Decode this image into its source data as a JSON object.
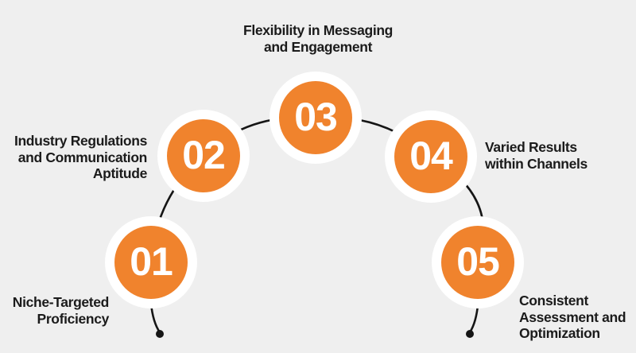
{
  "diagram": {
    "type": "process-arc-infographic",
    "colors": {
      "background": "#EFEFEF",
      "accent": "#F0832D",
      "ring": "#FFFFFF",
      "number": "#FFFFFF",
      "label": "#1B1B1B",
      "connector": "#151515"
    },
    "steps": [
      {
        "number": "01",
        "label": "Niche-Targeted Proficiency",
        "lines": [
          "Niche-Targeted",
          "Proficiency"
        ]
      },
      {
        "number": "02",
        "label": "Industry Regulations and Communication Aptitude",
        "lines": [
          "Industry Regulations",
          "and Communication",
          "Aptitude"
        ]
      },
      {
        "number": "03",
        "label": "Flexibility in Messaging and Engagement",
        "lines": [
          "Flexibility in Messaging",
          "and Engagement"
        ]
      },
      {
        "number": "04",
        "label": "Varied Results within Channels",
        "lines": [
          "Varied Results",
          "within Channels"
        ]
      },
      {
        "number": "05",
        "label": "Consistent Assessment and Optimization",
        "lines": [
          "Consistent",
          "Assessment and",
          "Optimization"
        ]
      }
    ]
  }
}
